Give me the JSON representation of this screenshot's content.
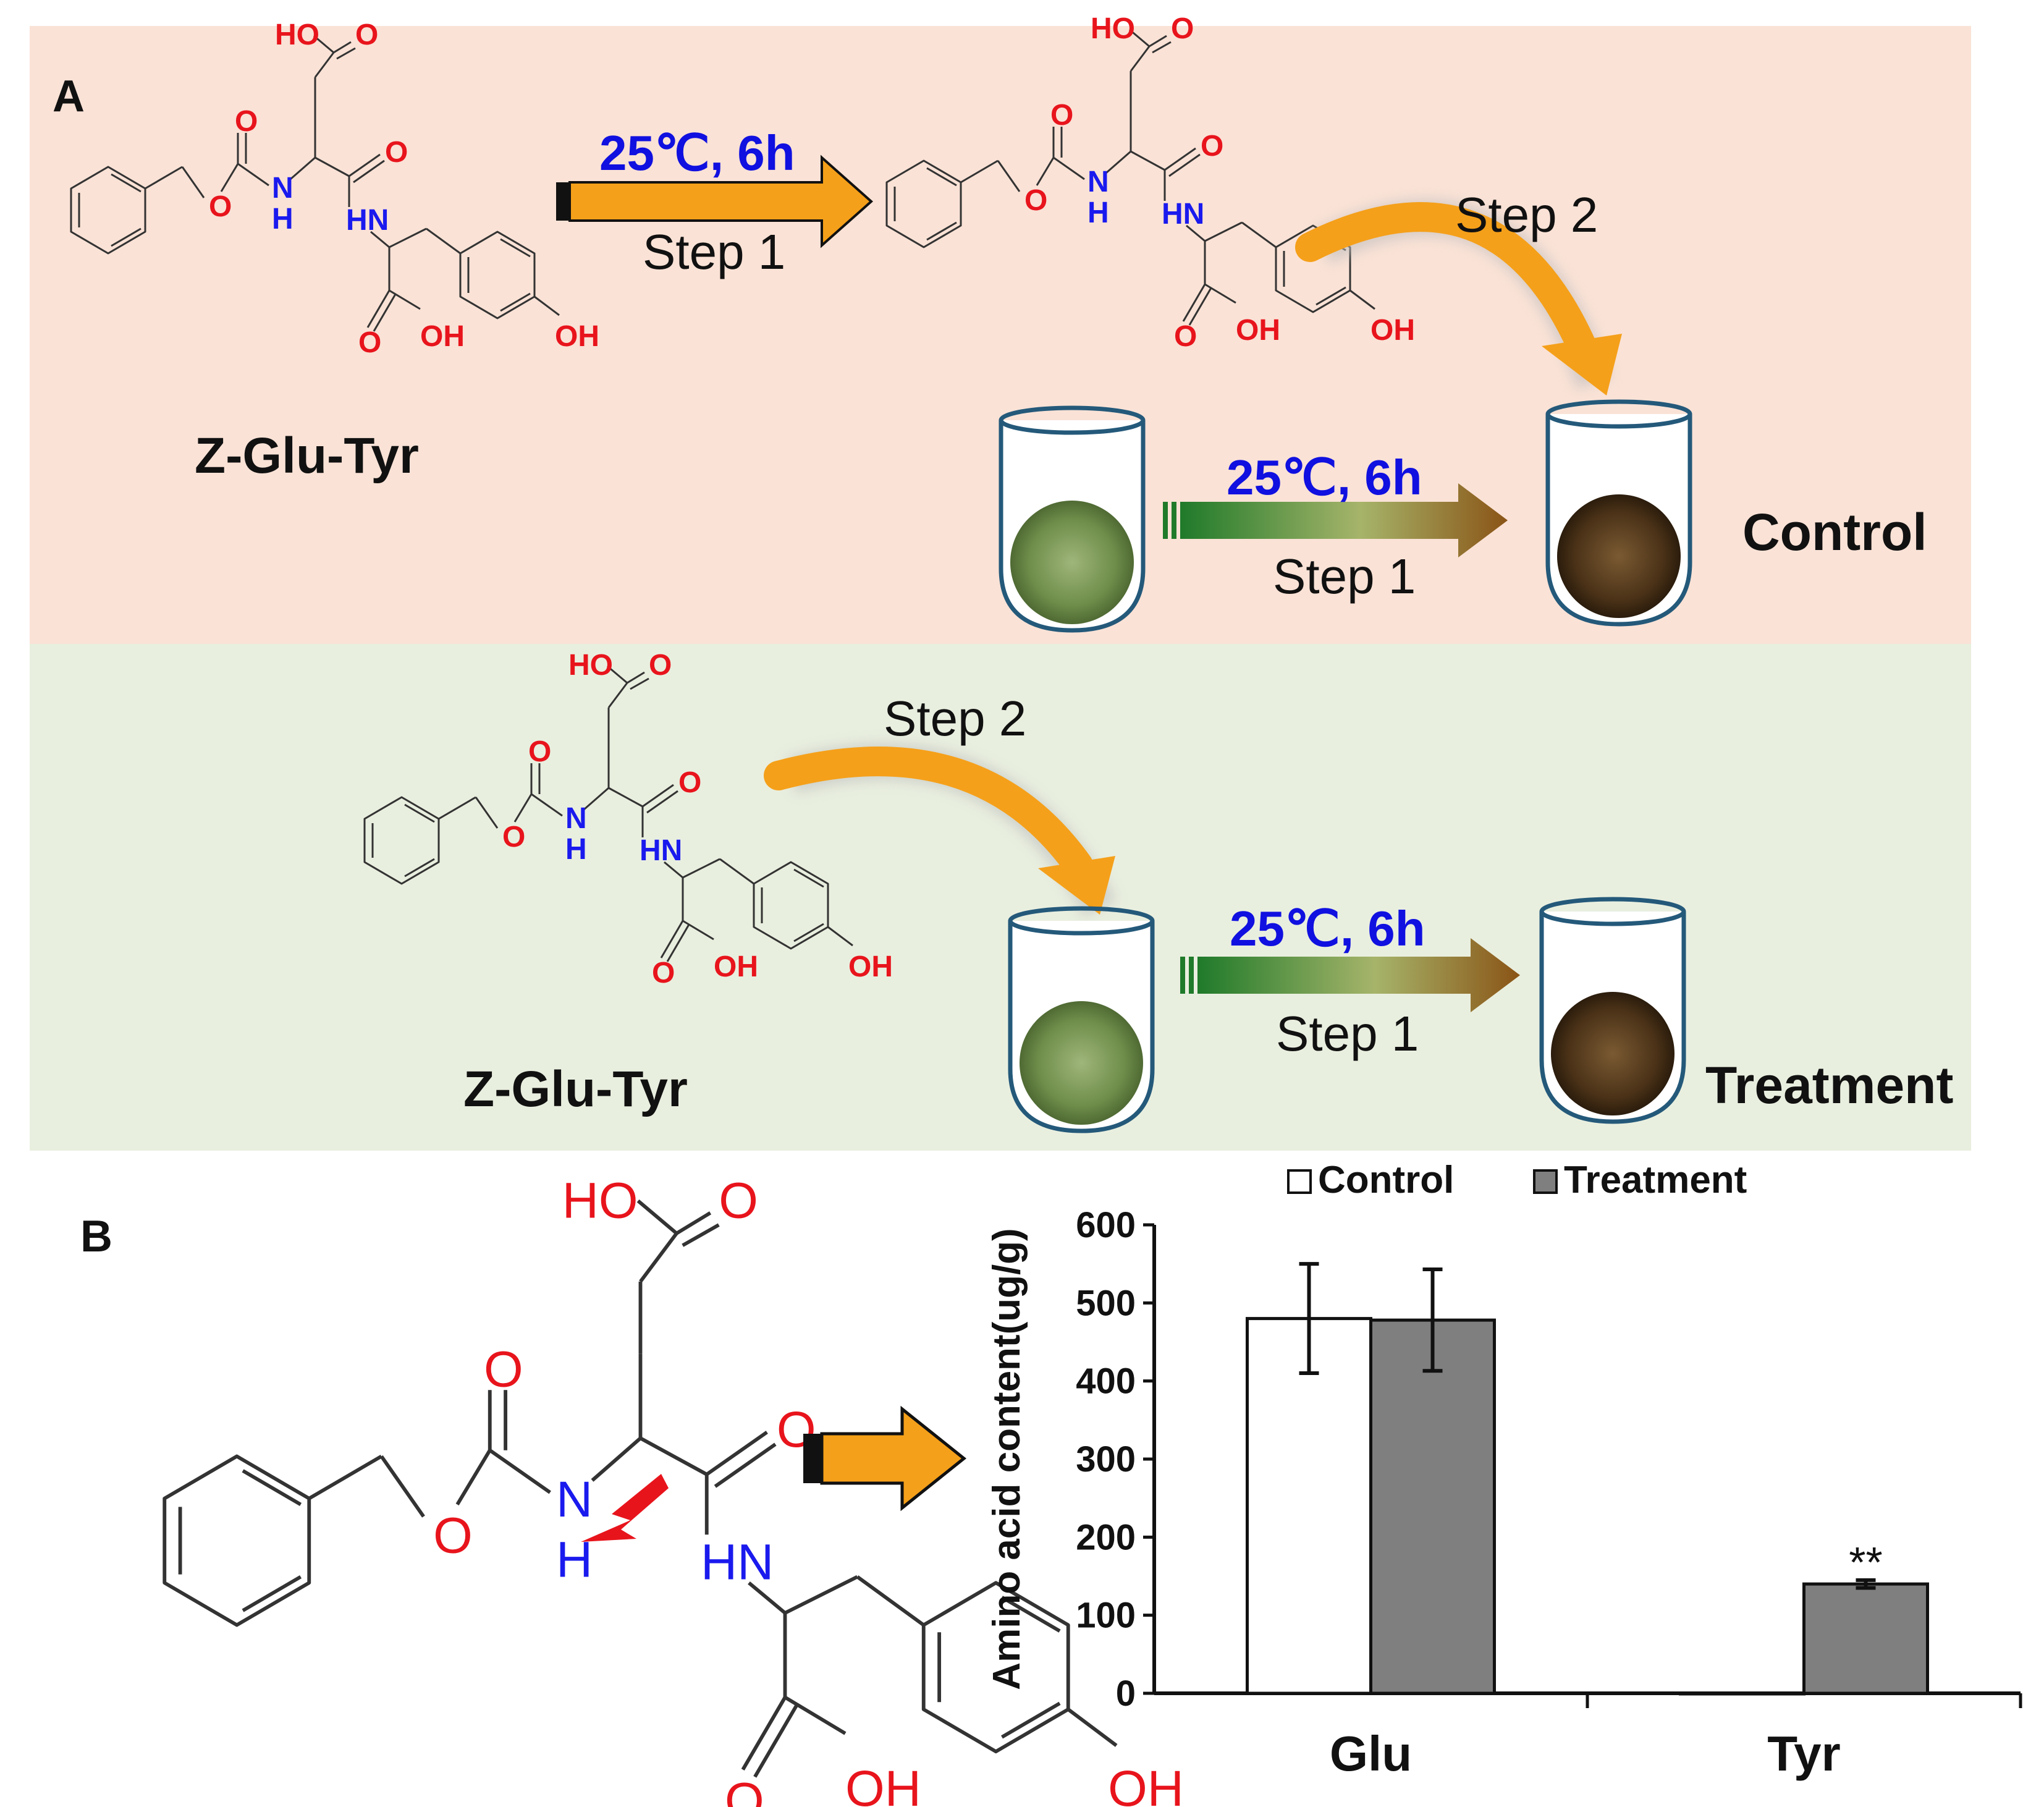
{
  "panel_a": {
    "letter": "A",
    "control_panel": {
      "top_arrow": {
        "condition": "25℃, 6h",
        "step": "Step 1"
      },
      "curved_arrow_label": "Step 2",
      "tube_arrow": {
        "condition": "25℃, 6h",
        "step": "Step 1"
      },
      "compound_name": "Z-Glu-Tyr",
      "group_label": "Control"
    },
    "treatment_panel": {
      "curved_arrow_label": "Step 2",
      "tube_arrow": {
        "condition": "25℃, 6h",
        "step": "Step 1"
      },
      "compound_name": "Z-Glu-Tyr",
      "group_label": "Treatment"
    },
    "atoms": {
      "ho": "HO",
      "o": "O",
      "n": "N",
      "h": "H",
      "hn": "HN",
      "oh": "OH"
    }
  },
  "panel_b": {
    "letter": "B"
  },
  "chart_data": {
    "type": "bar",
    "categories": [
      "Glu",
      "Tyr"
    ],
    "series": [
      {
        "name": "Control",
        "values": [
          480,
          0
        ],
        "errors": [
          70,
          0
        ],
        "color": "#ffffff"
      },
      {
        "name": "Treatment",
        "values": [
          478,
          140
        ],
        "errors": [
          65,
          5
        ],
        "color": "#7f7f7f"
      }
    ],
    "ylabel": "Amino acid content(ug/g)",
    "xlabel": "",
    "ylim": [
      0,
      600
    ],
    "yticks": [
      0,
      100,
      200,
      300,
      400,
      500,
      600
    ],
    "annotations": [
      {
        "category": "Tyr",
        "series": "Treatment",
        "text": "**"
      }
    ],
    "legend_position": "top",
    "grid": false
  },
  "colors": {
    "oxygen": "#e8141c",
    "nitrogen": "#1a1aee",
    "condition_text": "#1010e0",
    "panel_a_top_bg": "#fae2d6",
    "panel_a_bottom_bg": "#e9efdf",
    "arrow_orange": "#f5a01a",
    "tube_rim": "#24597a"
  }
}
